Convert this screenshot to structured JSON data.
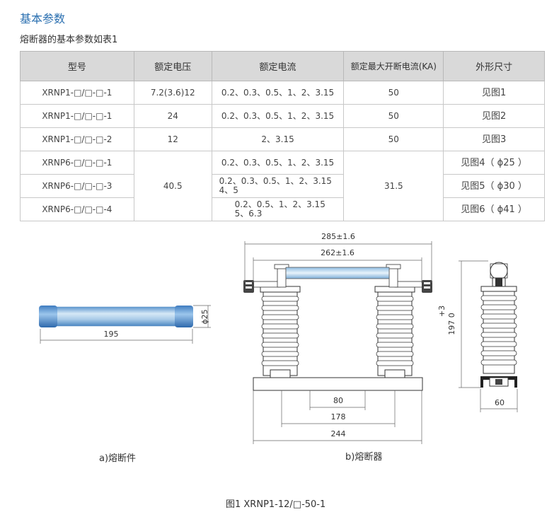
{
  "section_title": "基本参数",
  "table_caption": "熔断器的基本参数如表1",
  "table": {
    "headers": [
      "型号",
      "额定电压",
      "额定电流",
      "额定最大开断电流(KA)",
      "外形尺寸"
    ],
    "rows": [
      {
        "model": "XRNP1-□/□-□-1",
        "voltage": "7.2(3.6)12",
        "current": "0.2、0.3、0.5、1、2、3.15",
        "breaking": "50",
        "size": "见图1"
      },
      {
        "model": "XRNP1-□/□-□-1",
        "voltage": "24",
        "current": "0.2、0.3、0.5、1、2、3.15",
        "breaking": "50",
        "size": "见图2"
      },
      {
        "model": "XRNP1-□/□-□-2",
        "voltage": "12",
        "current": "2、3.15",
        "breaking": "50",
        "size": "见图3"
      },
      {
        "model": "XRNP6-□/□-□-1",
        "voltage": "40.5",
        "current": "0.2、0.3、0.5、1、2、3.15",
        "breaking": "31.5",
        "size": "见图4（ ϕ25 ）"
      },
      {
        "model": "XRNP6-□/□-□-3",
        "current_l1": "0.2、0.3、0.5、1、2、3.15",
        "current_l2": "4、5",
        "size": "见图5（ ϕ30 ）"
      },
      {
        "model": "XRNP6-□/□-□-4",
        "current_l1": "0.2、0.5、1、2、3.15",
        "current_l2": "5、6.3",
        "size": "见图6（ ϕ41 ）"
      }
    ]
  },
  "figure": {
    "fuse_dia": "ϕ25",
    "fuse_len": "195",
    "dim_285": "285±1.6",
    "dim_262": "262±1.6",
    "dim_80": "80",
    "dim_178": "178",
    "dim_244": "244",
    "height_tol": "+3",
    "height": "197 0",
    "dim_60": "60",
    "caption_a": "a)熔断件",
    "caption_b": "b)熔断器",
    "figure_title": "图1 XRNP1-12/□-50-1"
  },
  "colors": {
    "title": "#2a6fb0",
    "header_bg": "#d9d9d9",
    "fuse_blue": "#7ab0dc"
  }
}
